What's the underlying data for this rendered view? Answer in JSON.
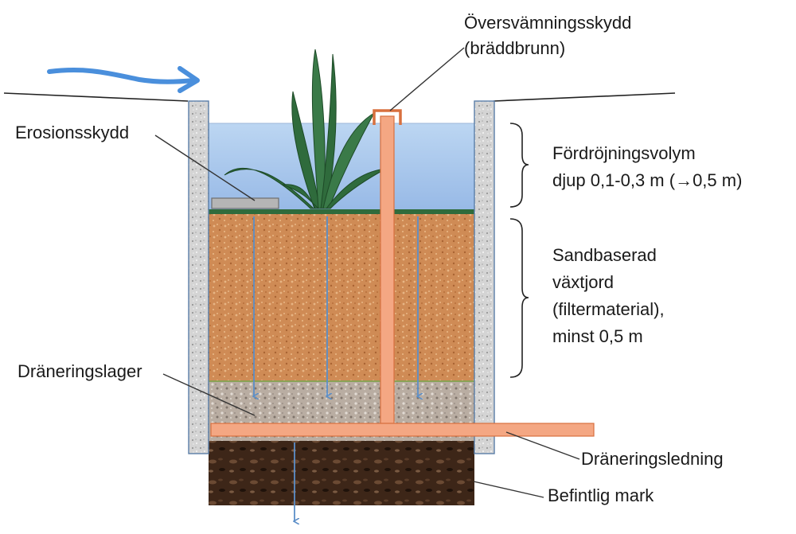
{
  "labels": {
    "overflow_line1": "Översvämningsskydd",
    "overflow_line2": "(bräddbrunn)",
    "erosion": "Erosionsskydd",
    "retention_line1": "Fördröjningsvolym",
    "retention_line2": "djup 0,1-0,3 m (→0,5 m)",
    "soil_line1": "Sandbaserad",
    "soil_line2": "växtjord",
    "soil_line3": "(filtermaterial),",
    "soil_line4": "minst 0,5 m",
    "drainage_layer": "Dräneringslager",
    "drainage_pipe": "Dräneringsledning",
    "existing_ground": "Befintlig mark"
  },
  "colors": {
    "water": "#a9c8ec",
    "soil": "#cf8b55",
    "gravel": "#b9ada2",
    "ground": "#3d2618",
    "wall": "#d4d4d4",
    "wall_border": "#5a7ea8",
    "pipe": "#f4a783",
    "pipe_border": "#d8703f",
    "plant": "#2f6b3c",
    "inflow_arrow": "#4a8fdc",
    "drip_arrow": "#5b8ec8"
  }
}
